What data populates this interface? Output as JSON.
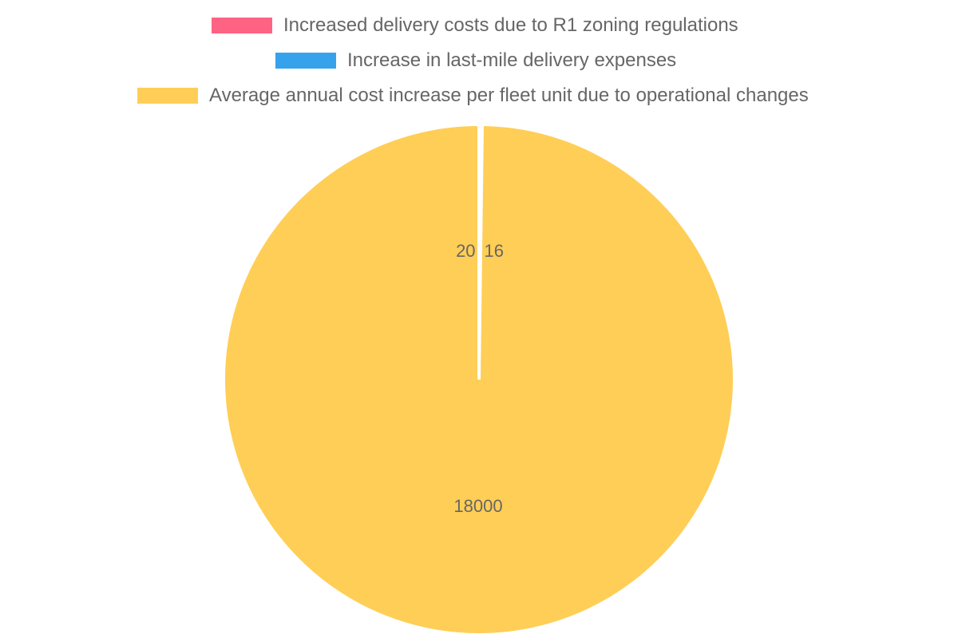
{
  "chart_data": {
    "type": "pie",
    "labels": [
      "Increased delivery costs due to R1 zoning regulations",
      "Increase in last-mile delivery expenses",
      "Average annual cost increase per fleet unit due to operational changes"
    ],
    "values": [
      20,
      16,
      18000
    ],
    "colors": [
      "#ff6384",
      "#36a2eb",
      "#ffce56"
    ],
    "legend_position": "top",
    "data_labels": [
      "20",
      "16",
      "18000"
    ]
  }
}
